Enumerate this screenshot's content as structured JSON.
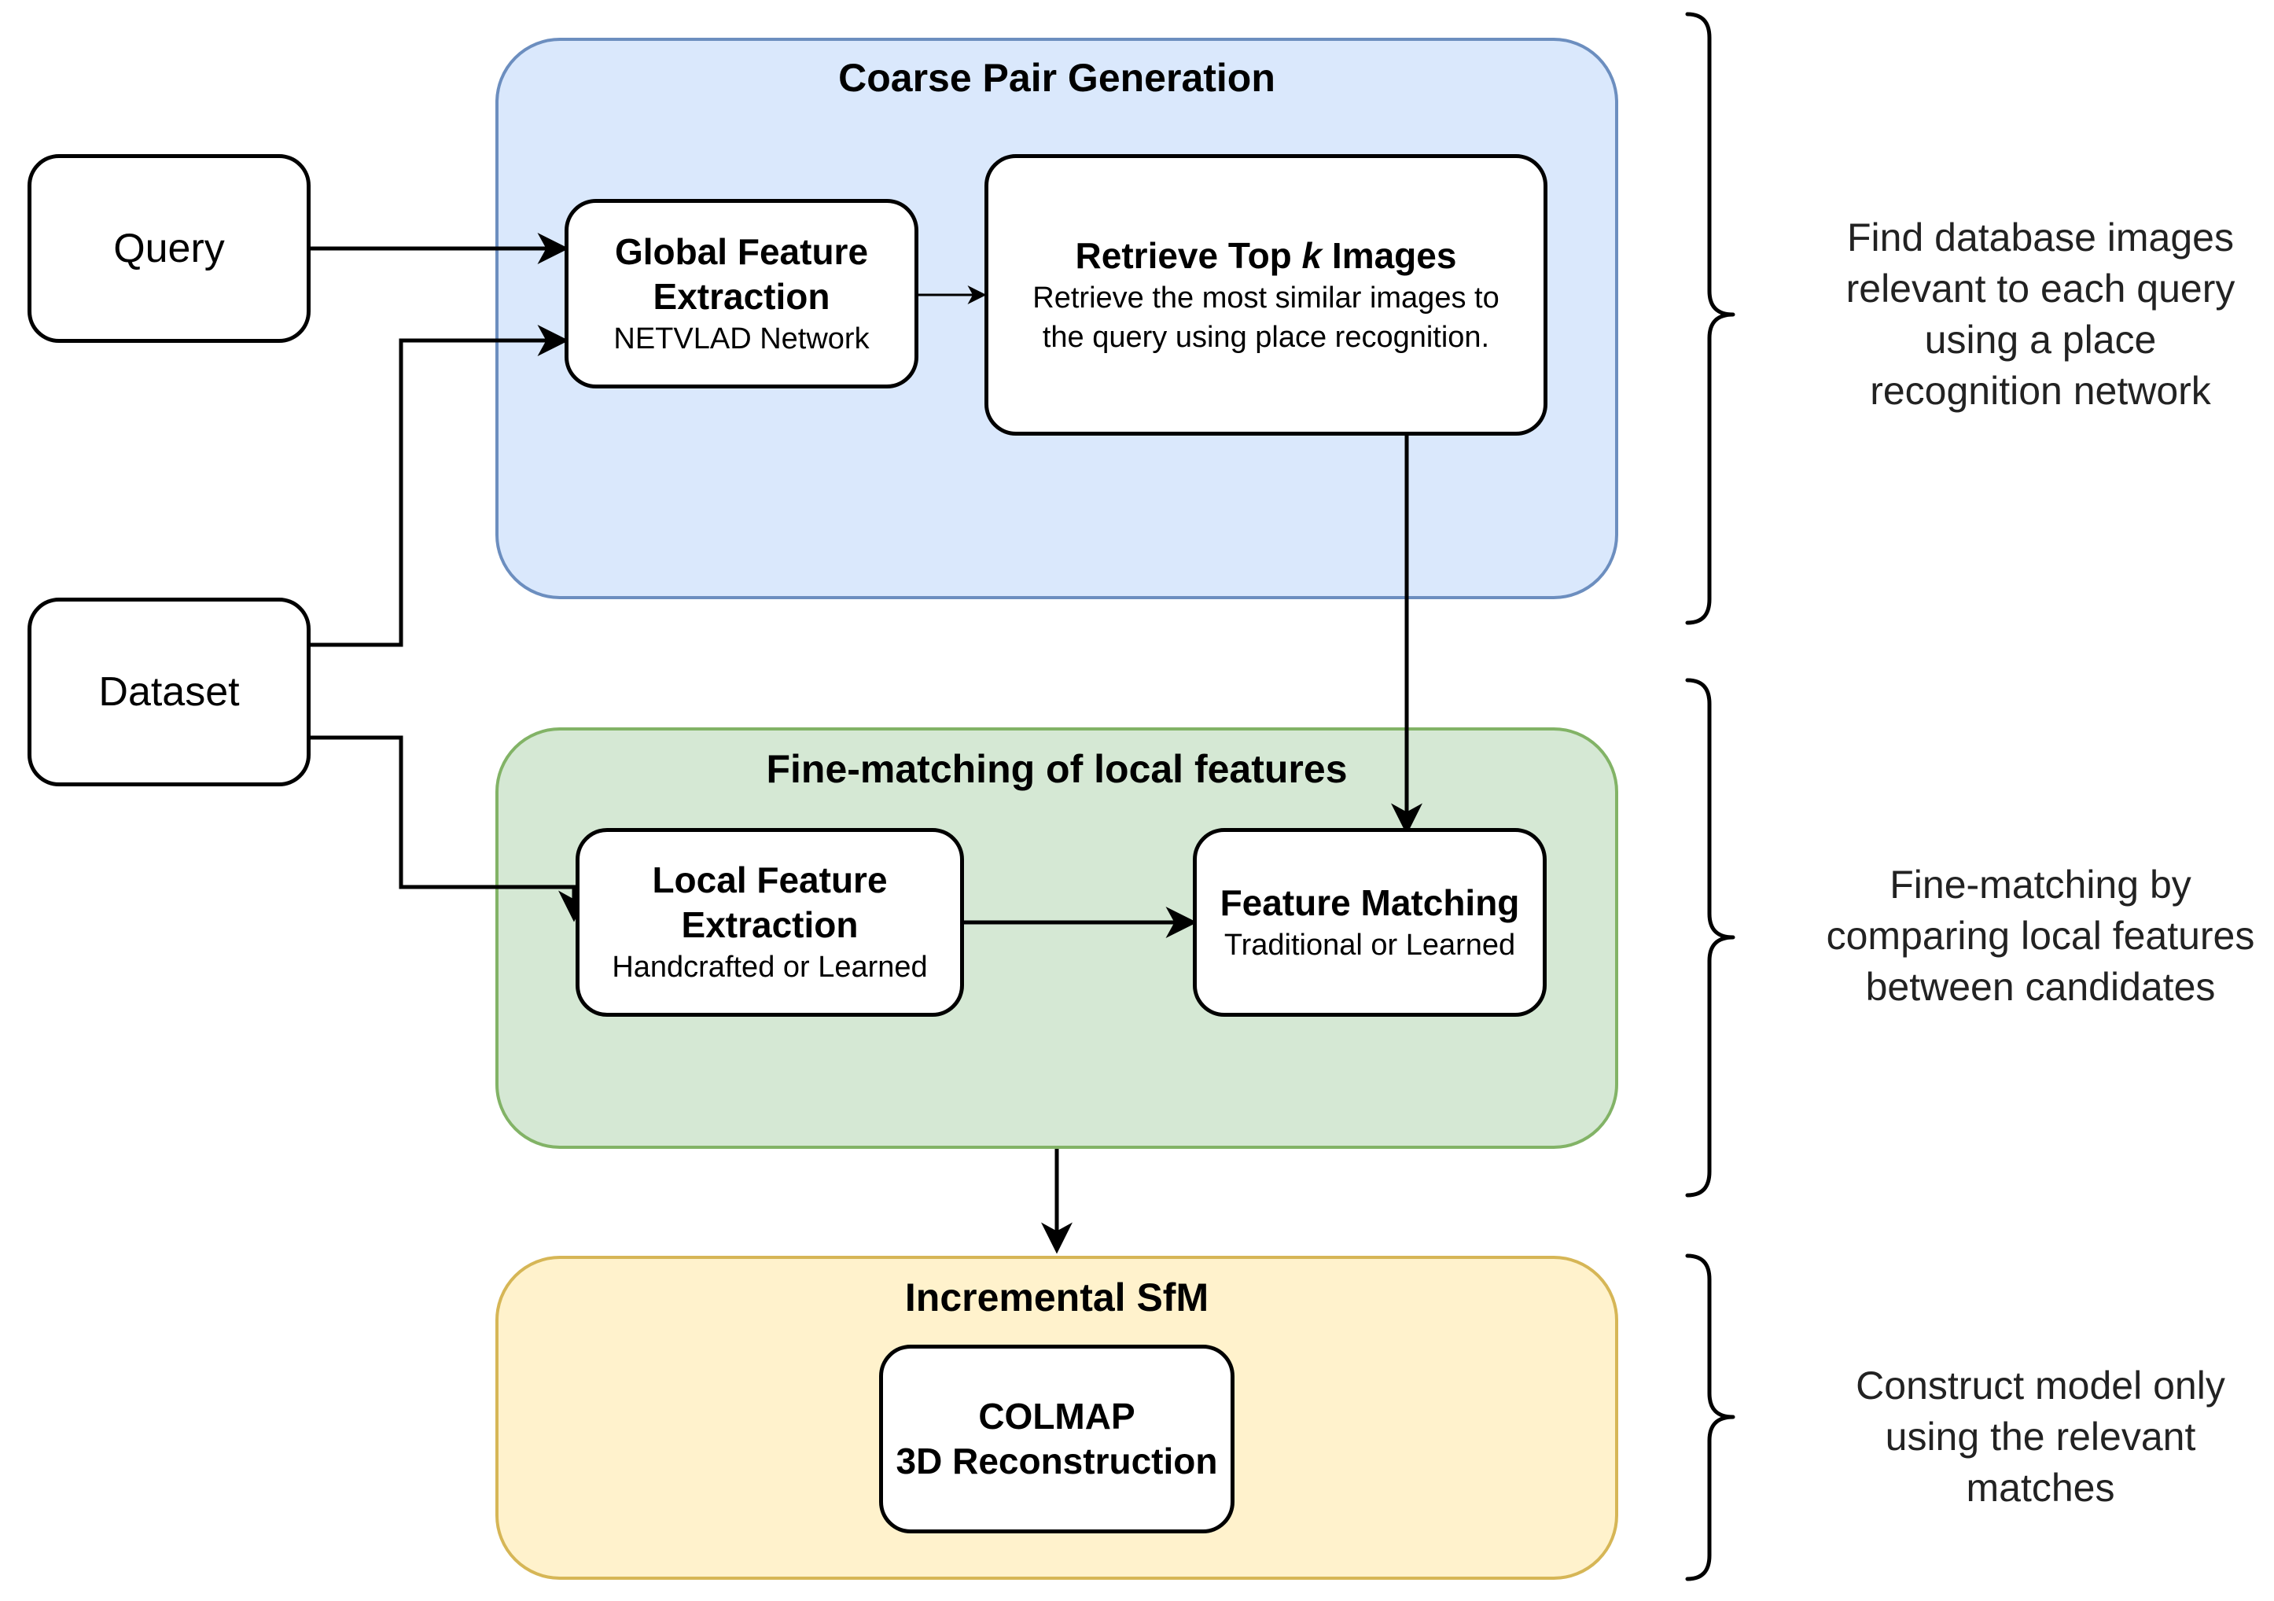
{
  "colors": {
    "coarse_fill": "#dae8fc",
    "coarse_border": "#6c8ebf",
    "fine_fill": "#d5e8d4",
    "fine_border": "#82b366",
    "sfm_fill": "#fff2cc",
    "sfm_border": "#d6b656"
  },
  "inputs": {
    "query": "Query",
    "dataset": "Dataset"
  },
  "coarse": {
    "title": "Coarse Pair Generation",
    "global_feature": {
      "title": "Global Feature Extraction",
      "subtitle": "NETVLAD Network"
    },
    "retrieve": {
      "title_pre": "Retrieve Top ",
      "title_k": "k",
      "title_post": " Images",
      "desc_1": "Retrieve the most similar images to",
      "desc_2": "the query using place recognition."
    }
  },
  "fine": {
    "title": "Fine-matching of local features",
    "local_feature": {
      "title": "Local Feature Extraction",
      "subtitle": "Handcrafted or Learned"
    },
    "matching": {
      "title": "Feature Matching",
      "subtitle": "Traditional or Learned"
    }
  },
  "sfm": {
    "title": "Incremental SfM",
    "colmap": {
      "line1": "COLMAP",
      "line2": "3D Reconstruction"
    }
  },
  "notes": {
    "coarse": [
      "Find database images",
      "relevant to each query",
      "using a place",
      "recognition network"
    ],
    "fine": [
      "Fine-matching by",
      "comparing local features",
      "between candidates"
    ],
    "sfm": [
      "Construct model only",
      "using the relevant",
      "matches"
    ]
  }
}
